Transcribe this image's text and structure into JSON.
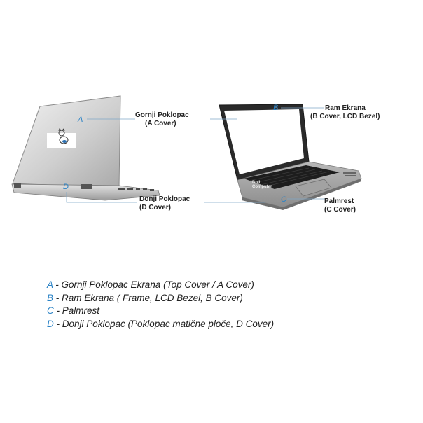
{
  "callouts": {
    "a": {
      "marker": "A",
      "line1": "Gornji Poklopac",
      "line2": "(A Cover)"
    },
    "b": {
      "marker": "B",
      "line1": "Ram Ekrana",
      "line2": "(B Cover, LCD Bezel)"
    },
    "c": {
      "marker": "C",
      "line1": "Palmrest",
      "line2": "(C Cover)"
    },
    "d": {
      "marker": "D",
      "line1": "Donji Poklopac",
      "line2": "(D Cover)"
    }
  },
  "legend": [
    {
      "letter": "A",
      "text": " - Gornji Poklopac Ekrana (Top Cover / A Cover)"
    },
    {
      "letter": "B",
      "text": " - Ram Ekrana ( Frame, LCD Bezel, B Cover)"
    },
    {
      "letter": "C",
      "text": " - Palmrest"
    },
    {
      "letter": "D",
      "text": " - Donji Poklopac (Poklopac matične ploče, D Cover)"
    }
  ],
  "colors": {
    "accent": "#2b83c6",
    "text": "#222222"
  },
  "icons": {
    "lid_sticker": "cat-icon"
  }
}
